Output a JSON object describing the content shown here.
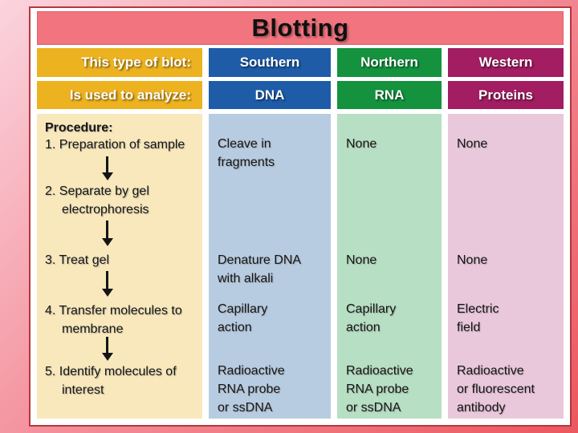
{
  "title": "Blotting",
  "header": {
    "row1": {
      "label": "This type of blot:",
      "southern": "Southern",
      "northern": "Northern",
      "western": "Western"
    },
    "row2": {
      "label": "Is used to analyze:",
      "southern": "DNA",
      "northern": "RNA",
      "western": "Proteins"
    }
  },
  "procedure": {
    "heading": "Procedure:",
    "step1": "1. Preparation of sample",
    "step2": "2. Separate by gel electrophoresis",
    "step3": "3. Treat gel",
    "step4": "4. Transfer molecules to membrane",
    "step5": "5. Identify molecules of interest"
  },
  "body": {
    "southern": {
      "step1": "Cleave in\nfragments",
      "step3": "Denature DNA\nwith alkali",
      "step4": "Capillary\naction",
      "step5": "Radioactive\nRNA probe\nor ssDNA"
    },
    "northern": {
      "step1": "None",
      "step3": "None",
      "step4": "Capillary\naction",
      "step5": "Radioactive\nRNA probe\nor ssDNA"
    },
    "western": {
      "step1": "None",
      "step3": "None",
      "step4": "Electric\nfield",
      "step5": "Radioactive\nor fluorescent\nantibody"
    }
  },
  "colors": {
    "header_gold": "#EDB21F",
    "header_blue": "#1E5CA8",
    "header_green": "#14923E",
    "header_magenta": "#A21D62",
    "title_bar_salmon": "#F1747E",
    "body_cream": "#F8E8BC",
    "body_light_blue": "#B8CCE1",
    "body_light_green": "#B7DFC3",
    "body_light_pink": "#EAC8DC",
    "frame_dark_red": "#B6373D",
    "background_gradient_start": "#FBD4DE",
    "background_gradient_end": "#EC575F"
  }
}
